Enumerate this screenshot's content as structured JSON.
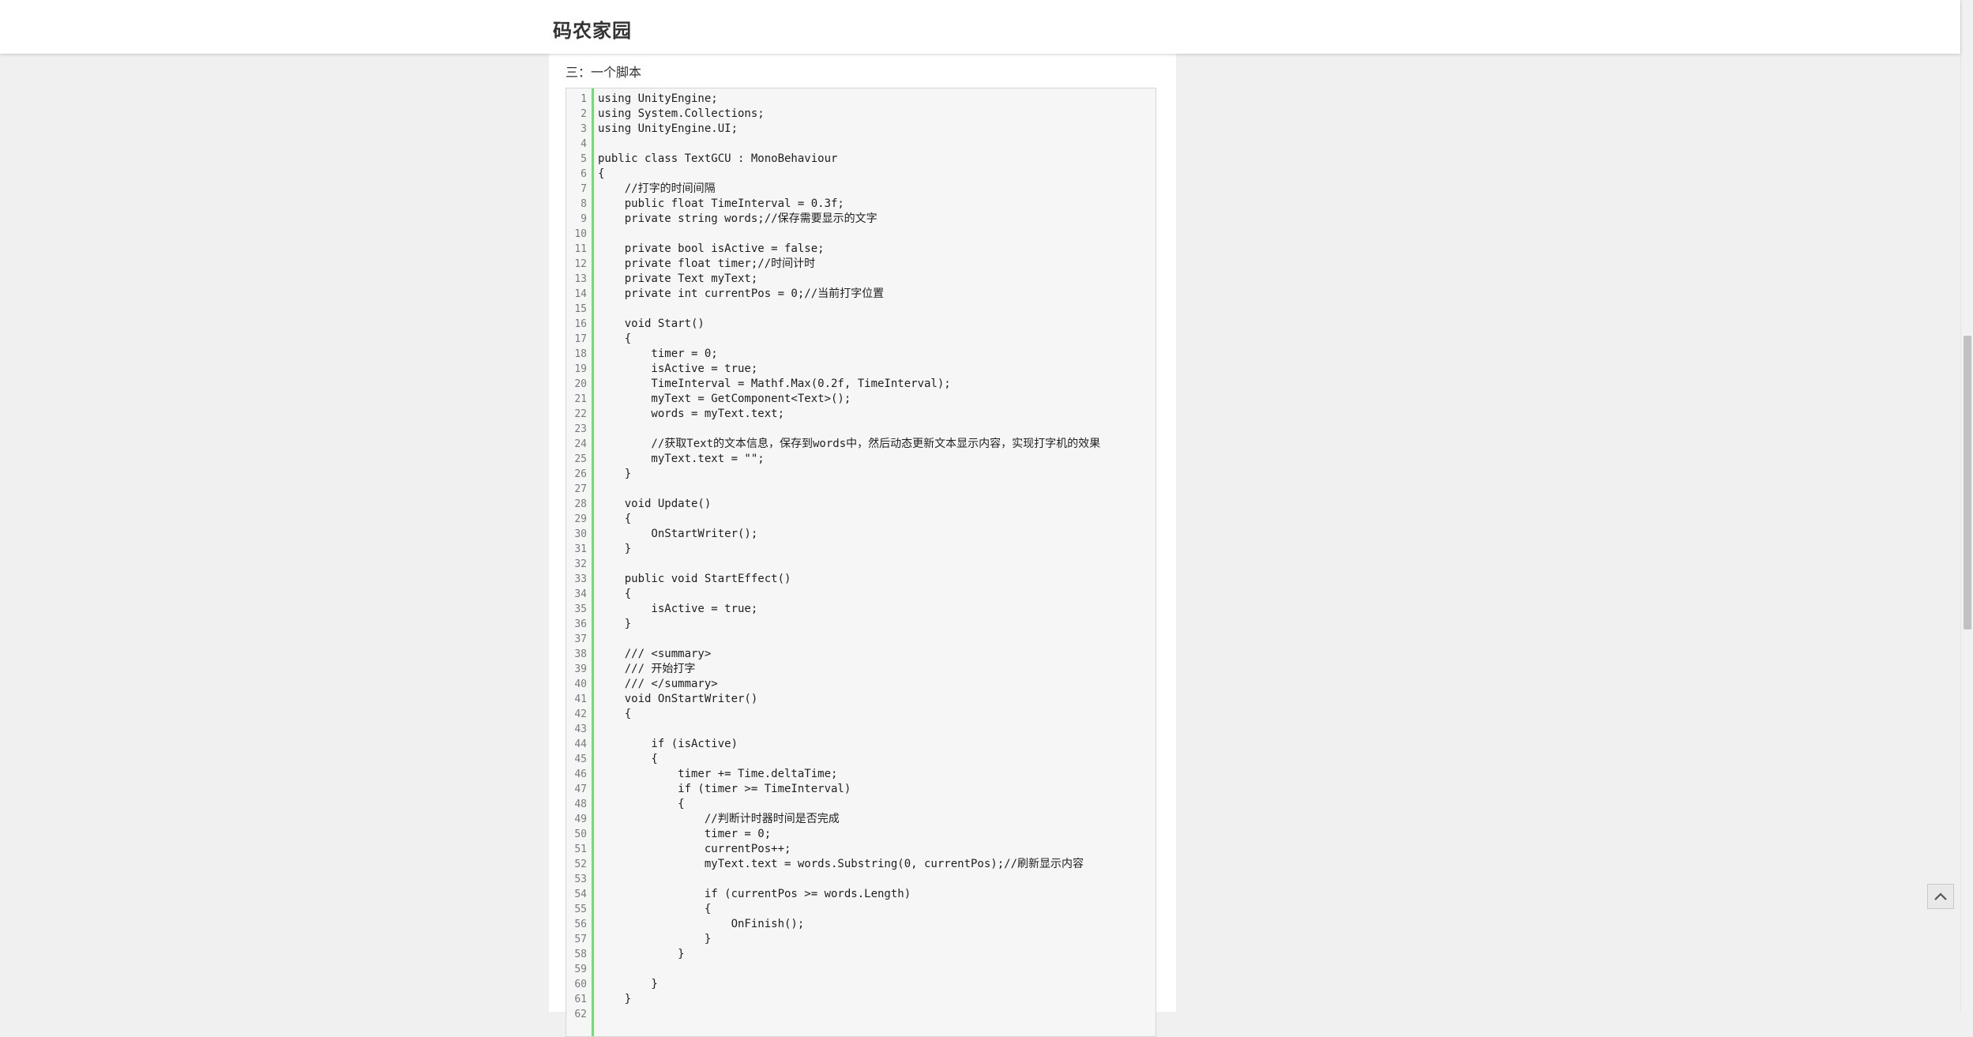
{
  "site": {
    "title": "码农家园"
  },
  "article": {
    "section_heading": "三：一个脚本"
  },
  "code": {
    "lines": [
      "using UnityEngine;",
      "using System.Collections;",
      "using UnityEngine.UI;",
      "",
      "public class TextGCU : MonoBehaviour",
      "{",
      "    //打字的时间间隔",
      "    public float TimeInterval = 0.3f;",
      "    private string words;//保存需要显示的文字",
      "",
      "    private bool isActive = false;",
      "    private float timer;//时间计时",
      "    private Text myText;",
      "    private int currentPos = 0;//当前打字位置",
      "",
      "    void Start()",
      "    {",
      "        timer = 0;",
      "        isActive = true;",
      "        TimeInterval = Mathf.Max(0.2f, TimeInterval);",
      "        myText = GetComponent<Text>();",
      "        words = myText.text;",
      "",
      "        //获取Text的文本信息，保存到words中，然后动态更新文本显示内容，实现打字机的效果",
      "        myText.text = \"\";",
      "    }",
      "",
      "    void Update()",
      "    {",
      "        OnStartWriter();",
      "    }",
      "",
      "    public void StartEffect()",
      "    {",
      "        isActive = true;",
      "    }",
      "",
      "    /// <summary>",
      "    /// 开始打字",
      "    /// </summary>",
      "    void OnStartWriter()",
      "    {",
      "",
      "        if (isActive)",
      "        {",
      "            timer += Time.deltaTime;",
      "            if (timer >= TimeInterval)",
      "            {",
      "                //判断计时器时间是否完成",
      "                timer = 0;",
      "                currentPos++;",
      "                myText.text = words.Substring(0, currentPos);//刷新显示内容",
      "",
      "                if (currentPos >= words.Length)",
      "                {",
      "                    OnFinish();",
      "                }",
      "            }",
      "",
      "        }",
      "    }",
      ""
    ]
  },
  "icons": {
    "back_to_top": "chevron-up-icon"
  },
  "colors": {
    "gutter_accent": "#6ce26c",
    "page_background": "#f0f0f0",
    "code_background": "#f6f6f6"
  }
}
